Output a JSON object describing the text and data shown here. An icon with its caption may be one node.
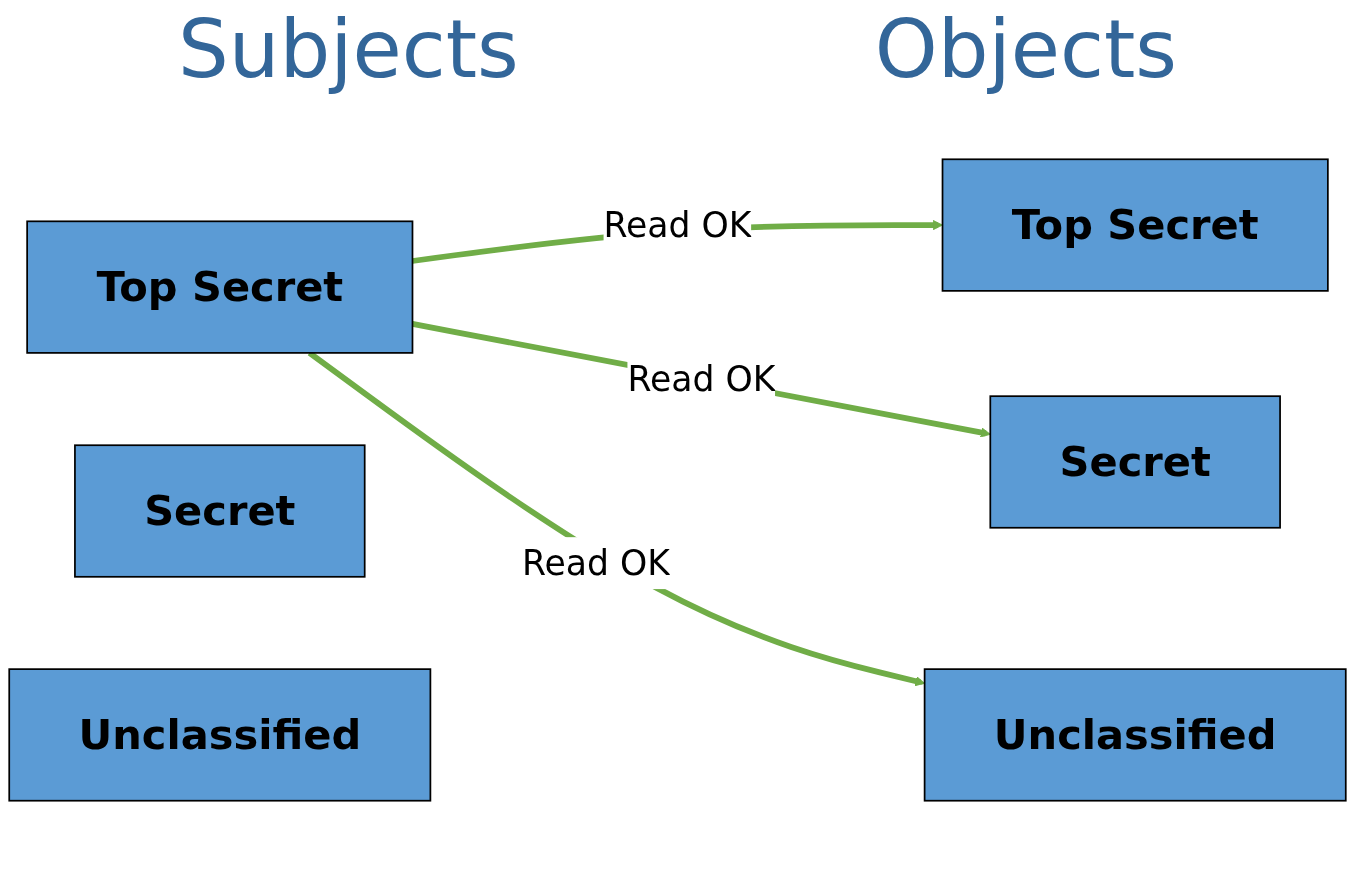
{
  "diagram": {
    "nodes": [
      {
        "text": [
          "Top Secret"
        ]
      },
      {
        "text": [
          "Secret"
        ]
      },
      {
        "text": [
          "Unclassified"
        ]
      },
      {
        "text": [
          "Top Secret"
        ]
      },
      {
        "text": [
          "Secret"
        ]
      },
      {
        "text": [
          "Unclassified"
        ]
      }
    ],
    "edges": [
      {
        "from": 0,
        "to": 3,
        "arrow": "to",
        "label": "Read OK"
      },
      {
        "from": 0,
        "to": 4,
        "arrow": "to",
        "label": "Read OK"
      },
      {
        "from": 0,
        "to": 5,
        "arrow": "to",
        "label": "Read OK"
      }
    ],
    "labels": [
      "Subjects",
      "Objects"
    ]
  }
}
